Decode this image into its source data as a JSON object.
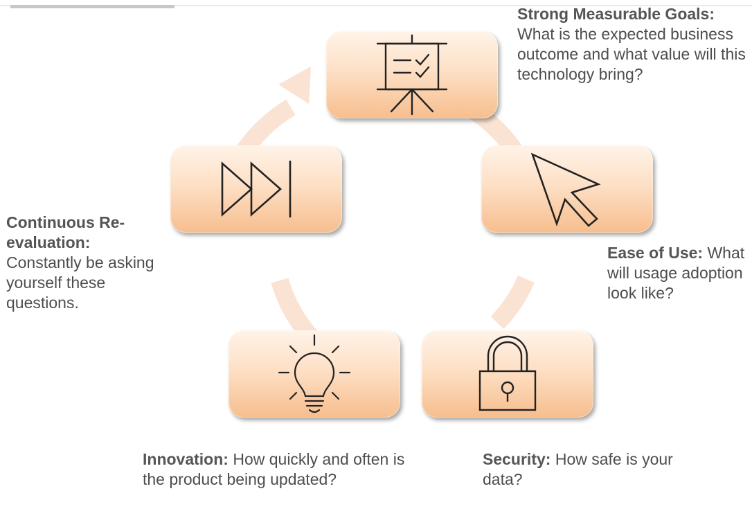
{
  "diagram": {
    "colors": {
      "ring": "#fbe0cf",
      "node_top": "#fff3e8",
      "node_bottom": "#f7be8e",
      "text": "#4d4d4d"
    },
    "nodes": [
      {
        "id": "goals",
        "icon": "presentation-board-checklist-icon",
        "title": "Strong Measurable Goals:",
        "text": "What is the expected business outcome and what value will this technology bring?"
      },
      {
        "id": "ease",
        "icon": "cursor-arrow-icon",
        "title": "Ease of Use:",
        "text": "What will usage adoption look like?"
      },
      {
        "id": "security",
        "icon": "padlock-icon",
        "title": "Security:",
        "text": "How safe is your data?"
      },
      {
        "id": "innovation",
        "icon": "lightbulb-icon",
        "title": "Innovation:",
        "text": "How quickly and often is the product being updated?"
      },
      {
        "id": "reevaluation",
        "icon": "fast-forward-icon",
        "title": "Continuous Re-evaluation:",
        "text": "Constantly be asking yourself these questions."
      }
    ]
  }
}
